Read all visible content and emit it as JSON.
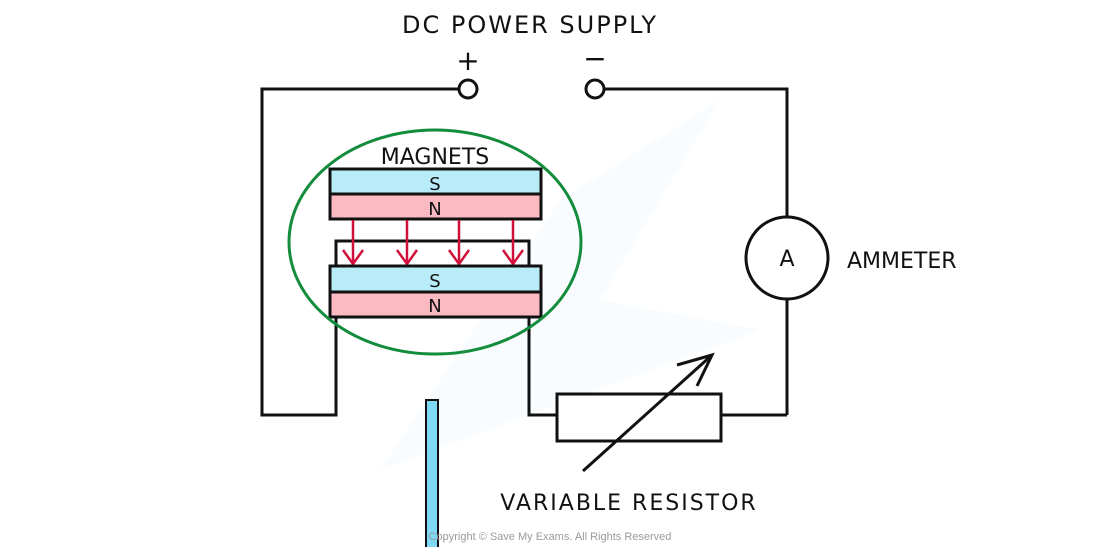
{
  "title": "DC POWER SUPPLY",
  "terminals": {
    "positive": "+",
    "negative": "−"
  },
  "magnets": {
    "label": "MAGNETS",
    "top": {
      "upper_pole": "S",
      "lower_pole": "N"
    },
    "bottom": {
      "upper_pole": "S",
      "lower_pole": "N"
    }
  },
  "ammeter": {
    "symbol": "A",
    "label": "AMMETER"
  },
  "resistor": {
    "label": "VARIABLE RESISTOR"
  },
  "copyright": "Copyright © Save My Exams. All Rights Reserved",
  "colors": {
    "wire": "#111111",
    "south_pole": "#b7ecf8",
    "north_pole": "#fbb9c2",
    "field_arrow": "#d0103a",
    "highlight_ellipse": "#138c3c",
    "rod": "#7fd8f5"
  }
}
